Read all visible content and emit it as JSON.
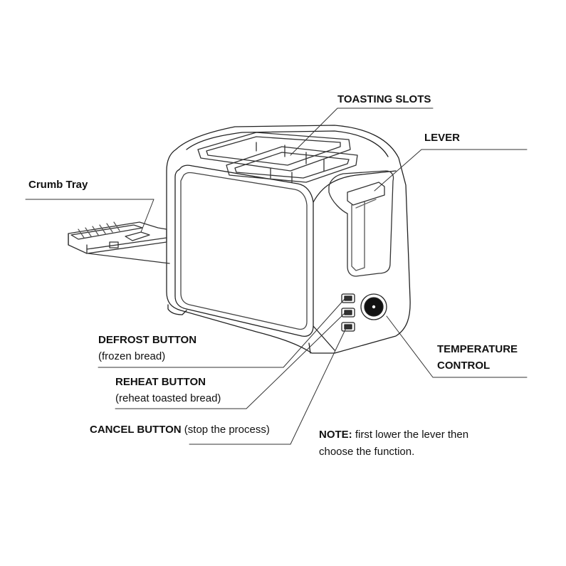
{
  "labels": {
    "toasting_slots": "TOASTING SLOTS",
    "lever": "LEVER",
    "crumb_tray": "Crumb Tray",
    "defrost_button": "DEFROST BUTTON",
    "defrost_desc": "(frozen bread)",
    "reheat_button": "REHEAT BUTTON",
    "reheat_desc": "(reheat toasted bread)",
    "cancel_button": "CANCEL BUTTON",
    "cancel_desc": "(stop the process)",
    "temperature_line1": "TEMPERATURE",
    "temperature_line2": "CONTROL",
    "note_label": "NOTE:",
    "note_text_1": "first lower the lever then",
    "note_text_2": "choose the function."
  }
}
